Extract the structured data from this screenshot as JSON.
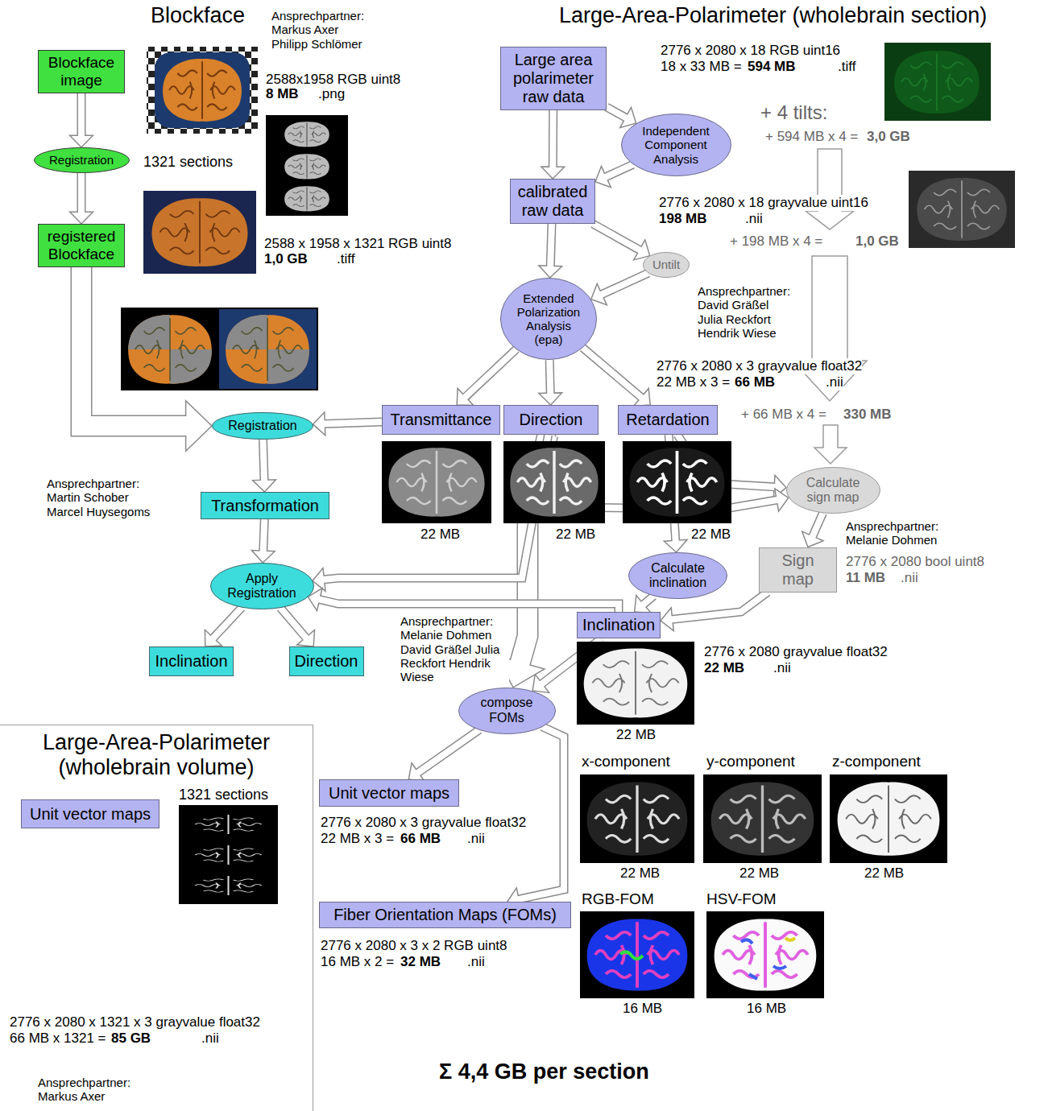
{
  "diagram": {
    "nodes": [
      {
        "text": [
          "Blockface image"
        ]
      },
      {
        "text": [
          "Registration"
        ]
      },
      {
        "text": [
          "registered Blockface"
        ]
      },
      {
        "text": [
          "Large area polarimeter raw data"
        ]
      },
      {
        "text": [
          "Independent Component Analysis"
        ]
      },
      {
        "text": [
          "calibrated raw data"
        ]
      },
      {
        "text": [
          "Untilt"
        ]
      },
      {
        "text": [
          "Extended Polarization Analysis (epa)"
        ]
      },
      {
        "text": [
          "Transmittance"
        ]
      },
      {
        "text": [
          "Direction"
        ]
      },
      {
        "text": [
          "Retardation"
        ]
      },
      {
        "text": [
          "Registration"
        ]
      },
      {
        "text": [
          "Transformation"
        ]
      },
      {
        "text": [
          "Apply Registration"
        ]
      },
      {
        "text": [
          "Inclination"
        ]
      },
      {
        "text": [
          "Direction"
        ]
      },
      {
        "text": [
          "Calculate sign map"
        ]
      },
      {
        "text": [
          "Calculate inclination"
        ]
      },
      {
        "text": [
          "Sign map"
        ]
      },
      {
        "text": [
          "Inclination"
        ]
      },
      {
        "text": [
          "compose FOMs"
        ]
      },
      {
        "text": [
          "Unit vector maps"
        ]
      },
      {
        "text": [
          "Fiber Orientation Maps (FOMs)"
        ]
      },
      {
        "text": [
          "Large-Area-Polarimeter (wholebrain volume)"
        ]
      },
      {
        "text": [
          "Unit vector maps"
        ],
        "in": 23
      }
    ],
    "edges": [
      {
        "from": 0,
        "to": 1,
        "arrow": "to"
      },
      {
        "from": 1,
        "to": 2,
        "arrow": "to"
      },
      {
        "from": 2,
        "to": 11,
        "arrow": "to"
      },
      {
        "from": 8,
        "to": 11,
        "arrow": "to"
      },
      {
        "from": 11,
        "to": 12,
        "arrow": "to"
      },
      {
        "from": 12,
        "to": 13,
        "arrow": "to"
      },
      {
        "from": 13,
        "to": 14,
        "arrow": "to"
      },
      {
        "from": 13,
        "to": 15,
        "arrow": "to"
      },
      {
        "from": 3,
        "to": 5,
        "arrow": "to"
      },
      {
        "from": 3,
        "to": 4,
        "arrow": "to"
      },
      {
        "from": 4,
        "to": 5,
        "arrow": "to"
      },
      {
        "from": 5,
        "to": 6,
        "arrow": "to"
      },
      {
        "from": 5,
        "to": 7,
        "arrow": "to"
      },
      {
        "from": 6,
        "to": 7,
        "arrow": "to"
      },
      {
        "from": 7,
        "to": 8,
        "arrow": "to"
      },
      {
        "from": 7,
        "to": 9,
        "arrow": "to"
      },
      {
        "from": 7,
        "to": 10,
        "arrow": "to"
      },
      {
        "from": 10,
        "to": 16,
        "arrow": "to"
      },
      {
        "from": 9,
        "to": 16,
        "arrow": "to"
      },
      {
        "from": 16,
        "to": 18,
        "arrow": "to"
      },
      {
        "from": 18,
        "to": 19,
        "arrow": "to"
      },
      {
        "from": 10,
        "to": 17,
        "arrow": "to"
      },
      {
        "from": 17,
        "to": 19,
        "arrow": "to"
      },
      {
        "from": 19,
        "to": 20,
        "arrow": "to"
      },
      {
        "from": 9,
        "to": 20,
        "arrow": "to"
      },
      {
        "from": 9,
        "to": 13,
        "arrow": "to"
      },
      {
        "from": 19,
        "to": 13,
        "arrow": "to"
      },
      {
        "from": 20,
        "to": 21,
        "arrow": "to"
      },
      {
        "from": 20,
        "to": 22,
        "arrow": "to"
      }
    ],
    "labels": [
      "Blockface",
      "Ansprechpartner: Markus Axer Philipp Schlömer",
      "2588x1958 RGB uint8",
      "8 MB",
      ".png",
      "1321 sections",
      "2588 x 1958 x 1321 RGB uint8",
      "1,0 GB",
      ".tiff",
      "Large-Area-Polarimeter (wholebrain section)",
      "2776 x 2080 x 18 RGB uint16",
      "18 x 33 MB =",
      "594 MB",
      ".tiff",
      "+ 4 tilts:",
      "+ 594 MB x 4 =",
      "3,0 GB",
      "2776 x 2080 x 18 grayvalue uint16",
      "198 MB",
      ".nii",
      "+ 198 MB x 4 =",
      "1,0 GB",
      "Ansprechpartner: David Gräßel Julia Reckfort Hendrik Wiese",
      "2776 x 2080 x 3 grayvalue float32",
      "22 MB x 3 =",
      "66 MB",
      ".nii",
      "+ 66 MB x 4 =",
      "330 MB",
      "Ansprechpartner: Martin Schober Marcel Huysegoms",
      "22 MB",
      "22 MB",
      "22 MB",
      "Ansprechpartner: Melanie Dohmen",
      "2776 x 2080 bool uint8",
      "11 MB",
      ".nii",
      "Ansprechpartner: Melanie Dohmen David Gräßel Julia Reckfort Hendrik Wiese",
      "2776 x 2080 grayvalue float32",
      "22 MB",
      ".nii",
      "22 MB",
      "x-component",
      "y-component",
      "z-component",
      "22 MB",
      "22 MB",
      "22 MB",
      "2776 x 2080 x 3 grayvalue float32",
      "22 MB x 3 =",
      "66 MB",
      ".nii",
      "RGB-FOM",
      "HSV-FOM",
      "2776 x 2080 x 3 x 2 RGB uint8",
      "16 MB x 2 =",
      "32 MB",
      ".nii",
      "16 MB",
      "16 MB",
      "Σ 4,4 GB per section",
      "1321 sections",
      "2776 x 2080 x 1321 x 3 grayvalue float32",
      "66 MB x 1321 =",
      "85 GB",
      ".nii",
      "Ansprechpartner: Markus Axer"
    ]
  }
}
